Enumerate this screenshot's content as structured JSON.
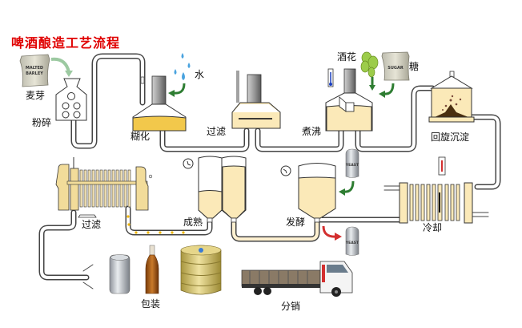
{
  "title": "啤酒酿造工艺流程",
  "colors": {
    "title": "#e00000",
    "liquid": "#fbe9b8",
    "liquid_dark": "#f2c84b",
    "pipe": "#555555",
    "arrow_green": "#2e7d32",
    "arrow_red": "#d32f2f",
    "water": "#4aa3df",
    "hops": "#8bc34a"
  },
  "ingredients": {
    "malt_bag_text": "MALTED BARLEY",
    "sugar_bag_text": "SUGAR",
    "yeast_text": "YEAST"
  },
  "labels": {
    "malt": "麦芽",
    "milling": "粉碎",
    "water": "水",
    "mashing": "糊化",
    "lautering": "过滤",
    "hops": "酒花",
    "sugar": "糖",
    "boiling": "煮沸",
    "whirlpool": "回旋沉淀",
    "cooling": "冷却",
    "fermentation": "发酵",
    "maturation": "成熟",
    "filtration": "过滤",
    "packaging": "包装",
    "distribution": "分销"
  }
}
